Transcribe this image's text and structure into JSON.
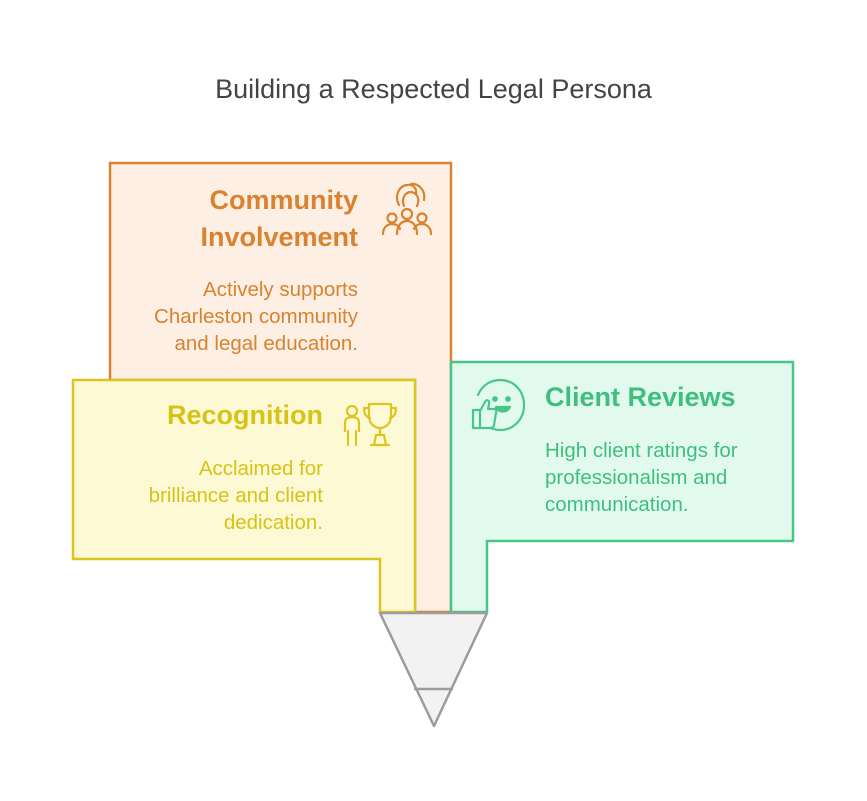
{
  "title": "Building a Respected Legal Persona",
  "colors": {
    "orange_stroke": "#d9822f",
    "orange_fill": "#fdefe3",
    "yellow_stroke": "#ddc51f",
    "yellow_fill": "#fdf9d5",
    "green_stroke": "#48c68a",
    "green_fill": "#e2faee",
    "funnel_fill": "#f2f2f2",
    "funnel_stroke": "#9c9c9c"
  },
  "cards": {
    "community": {
      "title_line1": "Community",
      "title_line2": "Involvement",
      "desc_line1": "Actively supports",
      "desc_line2": "Charleston community",
      "desc_line3": "and legal education.",
      "icon": "community-hands-icon"
    },
    "recognition": {
      "title": "Recognition",
      "desc_line1": "Acclaimed for",
      "desc_line2": "brilliance and client",
      "desc_line3": "dedication.",
      "icon": "trophy-person-icon"
    },
    "reviews": {
      "title": "Client Reviews",
      "desc_line1": "High client ratings for",
      "desc_line2": "professionalism and",
      "desc_line3": "communication.",
      "icon": "smiley-thumbs-up-icon"
    }
  }
}
